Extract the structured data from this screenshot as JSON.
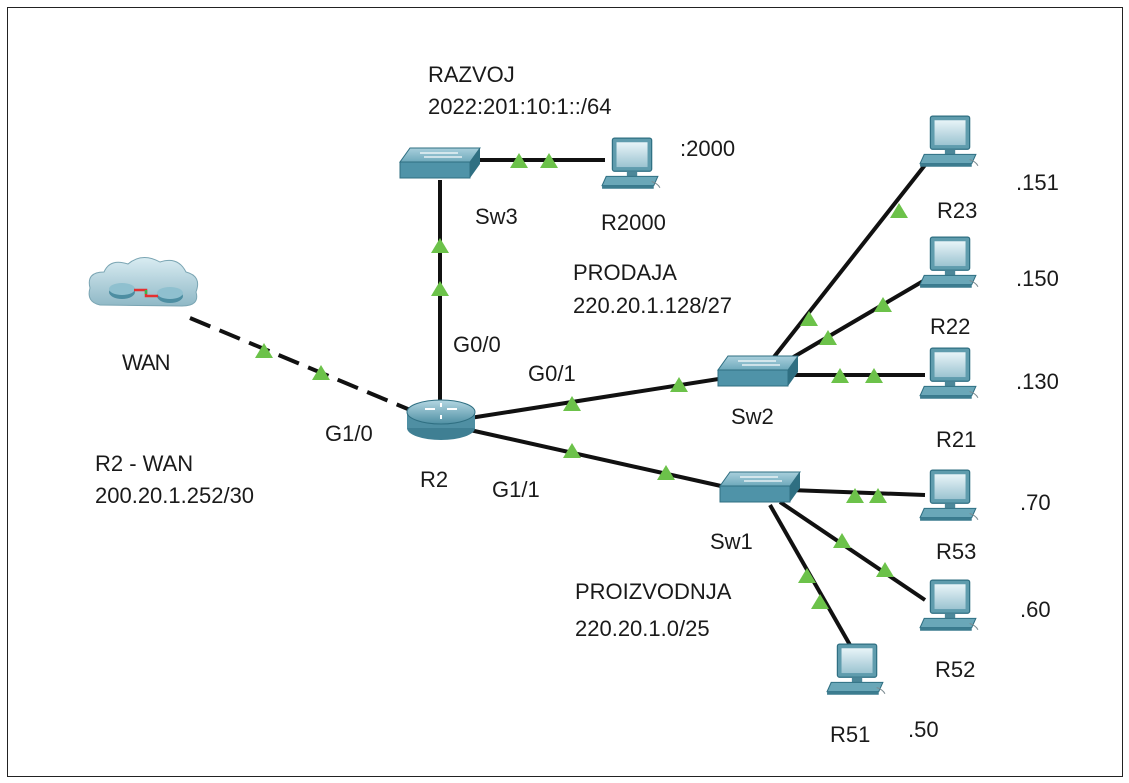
{
  "networks": {
    "razvoj": {
      "name": "RAZVOJ",
      "prefix": "2022:201:10:1::/64"
    },
    "prodaja": {
      "name": "PRODAJA",
      "prefix": "220.20.1.128/27"
    },
    "proizvodnja": {
      "name": "PROIZVODNJA",
      "prefix": "220.20.1.0/25"
    },
    "wan_link": {
      "name": "R2 - WAN",
      "prefix": "200.20.1.252/30"
    }
  },
  "devices": {
    "wan": "WAN",
    "r2": "R2",
    "sw1": "Sw1",
    "sw2": "Sw2",
    "sw3": "Sw3",
    "r2000": "R2000",
    "r21": "R21",
    "r22": "R22",
    "r23": "R23",
    "r51": "R51",
    "r52": "R52",
    "r53": "R53"
  },
  "interfaces": {
    "g0_0": "G0/0",
    "g0_1": "G0/1",
    "g1_0": "G1/0",
    "g1_1": "G1/1"
  },
  "host_addresses": {
    "r2000": ":2000",
    "r21": ".130",
    "r22": ".150",
    "r23": ".151",
    "r51": ".50",
    "r52": ".60",
    "r53": ".70"
  },
  "colors": {
    "link": "#111111",
    "link_up": "#6cc24a",
    "device_body": "#5b9fb2",
    "device_dark": "#2f6f82"
  }
}
